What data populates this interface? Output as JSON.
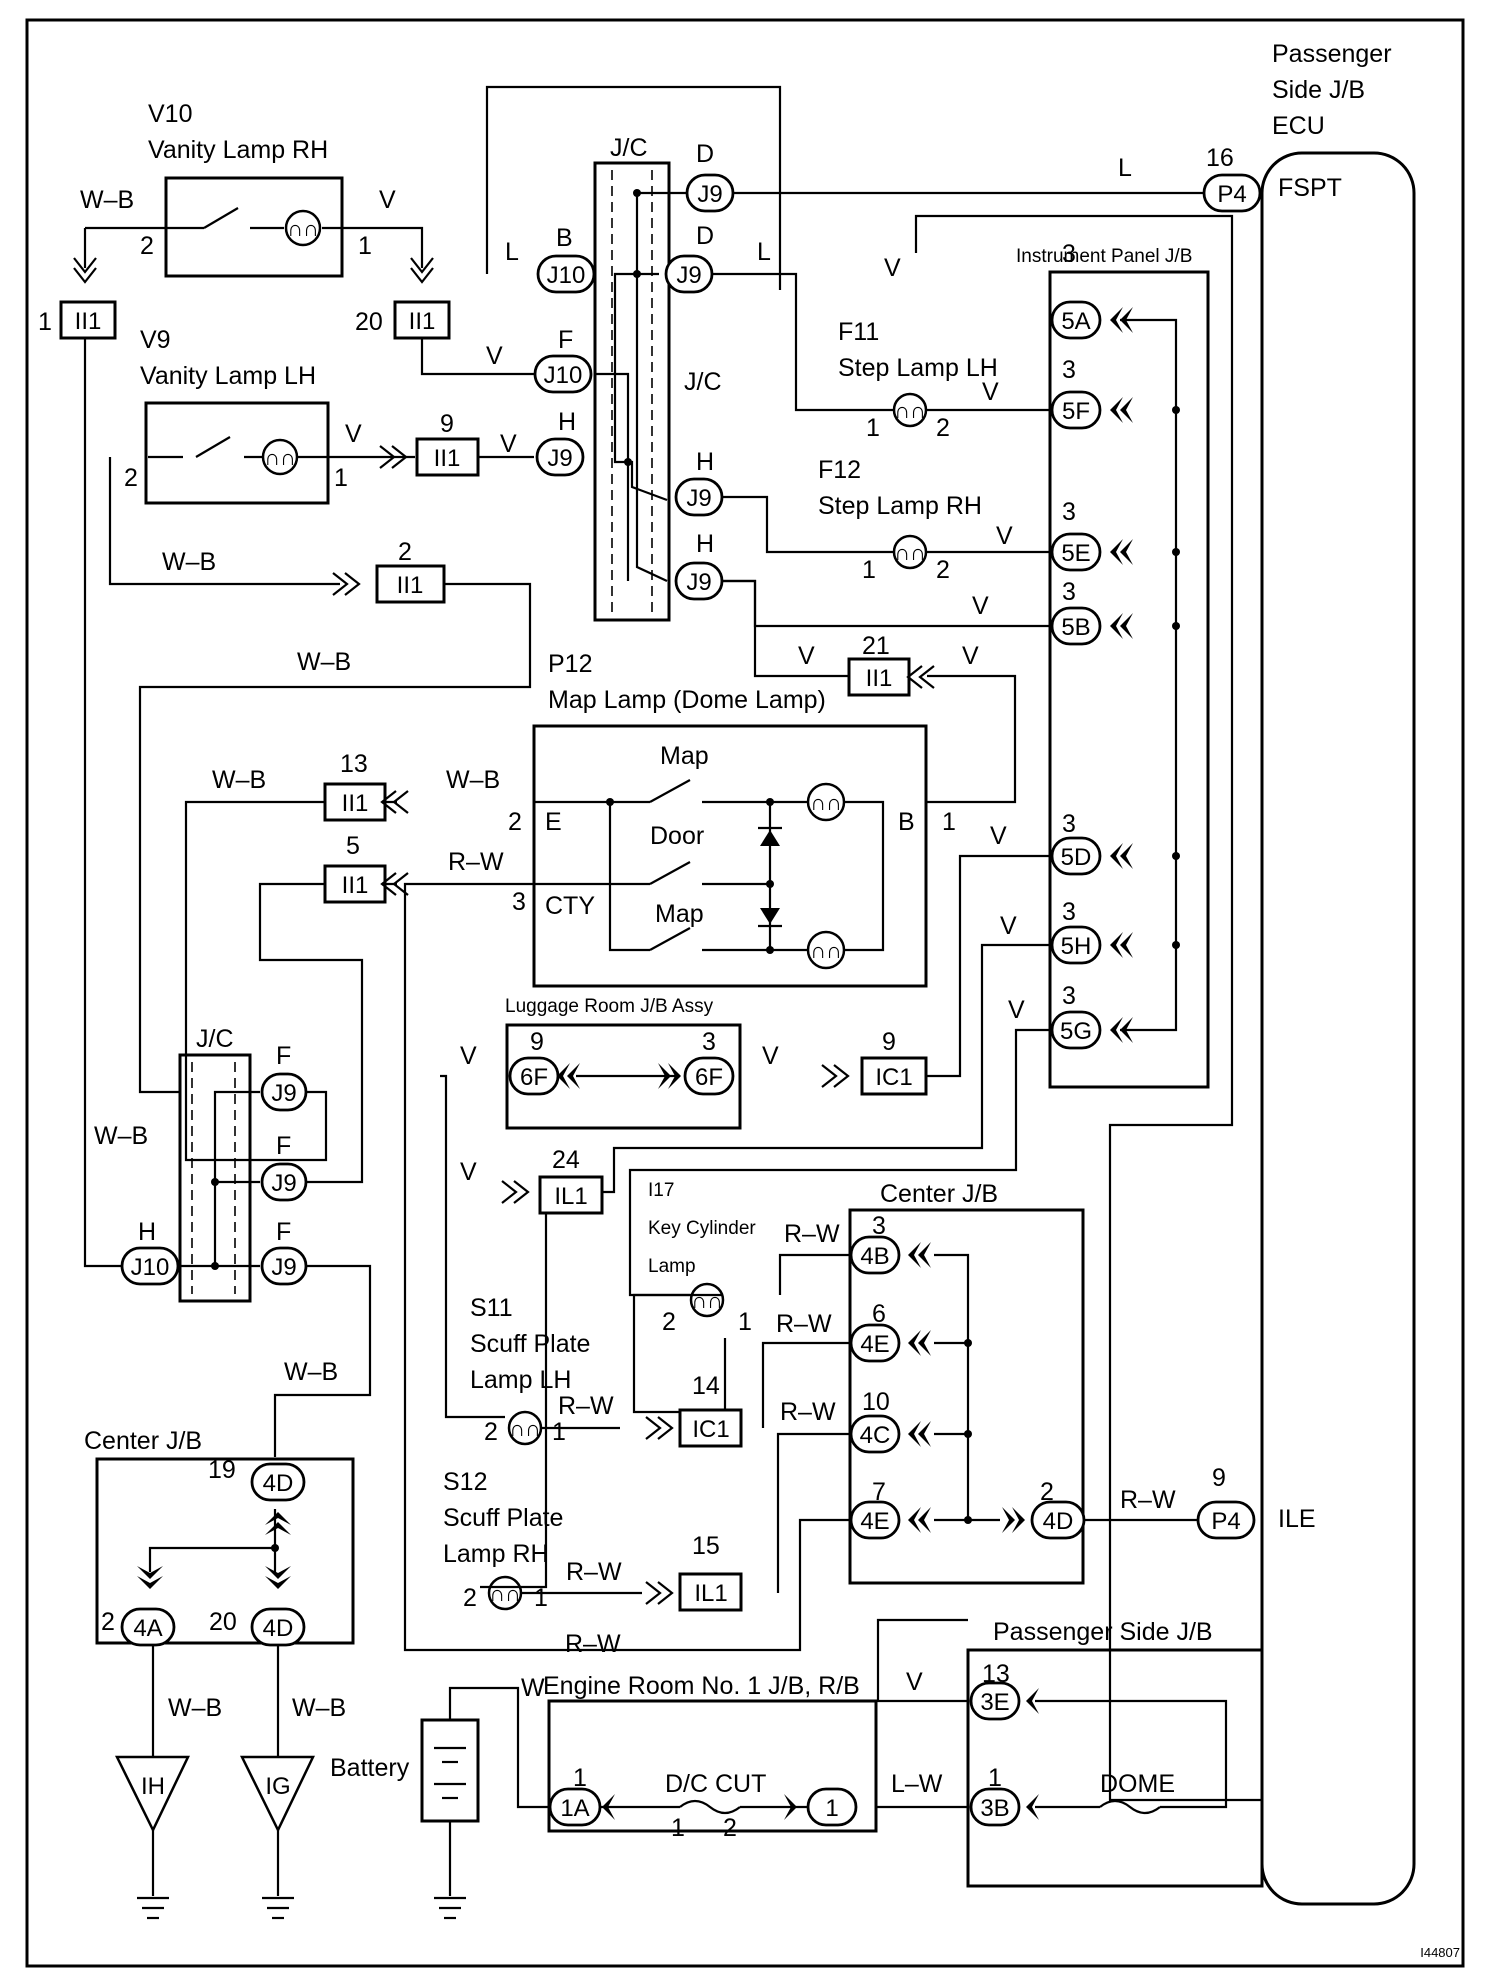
{
  "diagram_id": "I44807",
  "wire_colors": {
    "L": "L",
    "V": "V",
    "WB": "W–B",
    "RW": "R–W",
    "W": "W",
    "LW": "L–W"
  },
  "components": {
    "passenger_jb_ecu": {
      "lines": [
        "Passenger",
        "Side J/B",
        "ECU"
      ],
      "fspt": "FSPT",
      "ile": "ILE"
    },
    "v10": {
      "code": "V10",
      "name": "Vanity Lamp RH"
    },
    "v9": {
      "code": "V9",
      "name": "Vanity Lamp LH"
    },
    "f11": {
      "code": "F11",
      "name": "Step Lamp LH"
    },
    "f12": {
      "code": "F12",
      "name": "Step Lamp RH"
    },
    "p12": {
      "code": "P12",
      "name": "Map Lamp (Dome Lamp)",
      "map": "Map",
      "door": "Door",
      "e": "E",
      "b": "B",
      "cty": "CTY"
    },
    "instrument_jb": "Instrument Panel J/B",
    "luggage_jb": "Luggage Room J/B Assy",
    "jc": "J/C",
    "i17": {
      "code": "I17",
      "line1": "Key Cylinder",
      "line2": "Lamp"
    },
    "s11": {
      "code": "S11",
      "line1": "Scuff Plate",
      "line2": "Lamp LH"
    },
    "s12": {
      "code": "S12",
      "line1": "Scuff Plate",
      "line2": "Lamp RH"
    },
    "center_jb": "Center J/B",
    "passenger_jb": "Passenger Side J/B",
    "engine_jb": "Engine Room No. 1 J/B, R/B",
    "dc_cut": "D/C CUT",
    "dome": "DOME",
    "battery": "Battery",
    "grounds": [
      "IH",
      "IG"
    ]
  },
  "connectors": {
    "J9": "J9",
    "J10": "J10",
    "II1": "II1",
    "IC1": "IC1",
    "IL1": "IL1",
    "P4": "P4",
    "5A": "5A",
    "5F": "5F",
    "5E": "5E",
    "5B": "5B",
    "5D": "5D",
    "5H": "5H",
    "5G": "5G",
    "6F": "6F",
    "4B": "4B",
    "4E": "4E",
    "4C": "4C",
    "4D": "4D",
    "4A": "4A",
    "3E": "3E",
    "3B": "3B",
    "1A": "1A",
    "1": "1"
  },
  "pin_numbers": {
    "p1": "1",
    "p2": "2",
    "p3": "3",
    "p5": "5",
    "p6": "6",
    "p7": "7",
    "p9": "9",
    "p10": "10",
    "p13": "13",
    "p14": "14",
    "p15": "15",
    "p16": "16",
    "p19": "19",
    "p20": "20",
    "p21": "21",
    "p24": "24"
  },
  "pin_letters": {
    "B": "B",
    "D": "D",
    "F": "F",
    "H": "H"
  }
}
